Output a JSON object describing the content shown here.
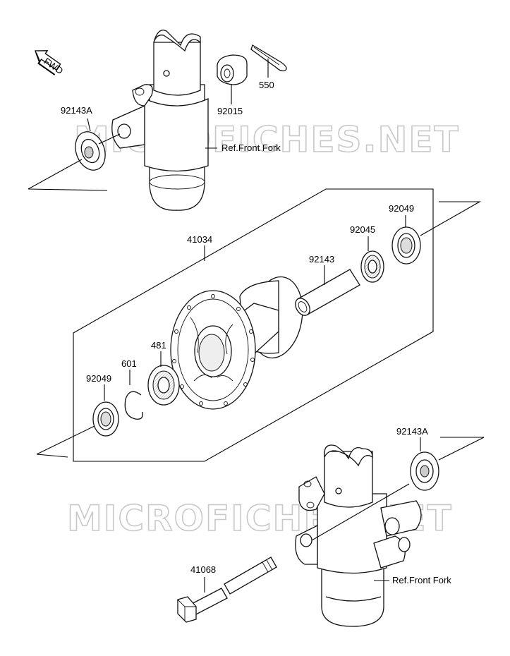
{
  "watermark": "MICROFICHES.NET",
  "fwd_label": "FWD",
  "labels": {
    "p92143A_top": "92143A",
    "p92015": "92015",
    "p550": "550",
    "ref_top": "Ref.Front Fork",
    "p41034": "41034",
    "p92049_right": "92049",
    "p92045": "92045",
    "p92143": "92143",
    "p481": "481",
    "p601": "601",
    "p92049_left": "92049",
    "p92143A_bottom": "92143A",
    "p41068": "41068",
    "ref_bottom": "Ref.Front Fork"
  }
}
